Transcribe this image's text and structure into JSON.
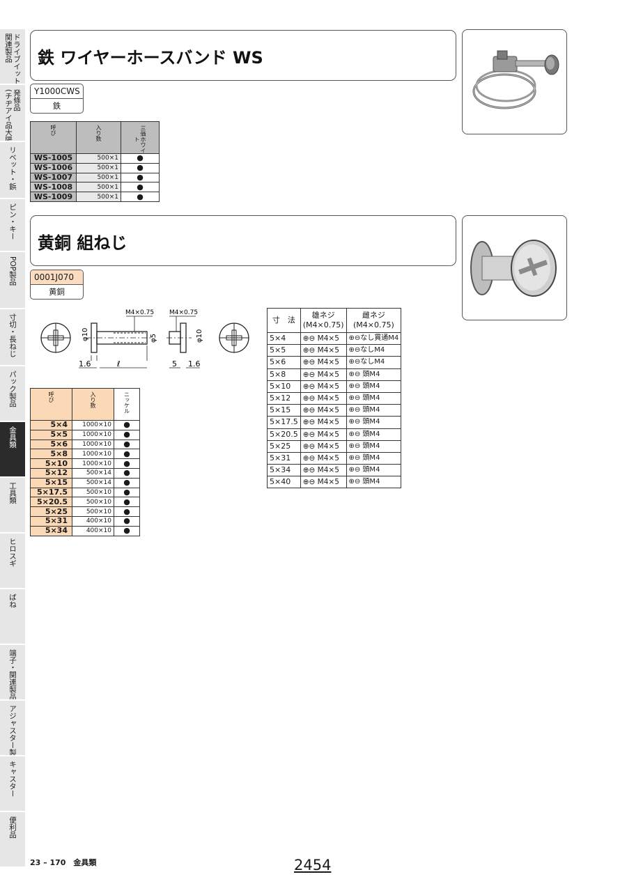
{
  "side_tabs": [
    {
      "label": "ドライブイット\n関連製品",
      "active": false
    },
    {
      "label": "発條品\n(チヂアイ品大陽品)",
      "active": false
    },
    {
      "label": "リベット・鋲",
      "active": false
    },
    {
      "label": "ピン・キー",
      "active": false
    },
    {
      "label": "POP製品",
      "active": false
    },
    {
      "label": "寸切・長ねじ",
      "active": false
    },
    {
      "label": "パック製品",
      "active": false
    },
    {
      "label": "金具類",
      "active": true
    },
    {
      "label": "工具類",
      "active": false
    },
    {
      "label": "ヒロスギ",
      "active": false
    },
    {
      "label": "ばね",
      "active": false
    },
    {
      "label": "端子・関連製品",
      "active": false
    },
    {
      "label": "アジャスター製品",
      "active": false
    },
    {
      "label": "キャスター",
      "active": false
    },
    {
      "label": "便利品",
      "active": false
    }
  ],
  "section1": {
    "title": "鉄 ワイヤーホースバンド WS",
    "code": "Y1000CWS",
    "material": "鉄",
    "table": {
      "headers": [
        "呼び",
        "入り数",
        "三価ホワイト"
      ],
      "rows": [
        {
          "name": "WS-1005",
          "qty": "500×1",
          "mark": "●"
        },
        {
          "name": "WS-1006",
          "qty": "500×1",
          "mark": "●"
        },
        {
          "name": "WS-1007",
          "qty": "500×1",
          "mark": "●"
        },
        {
          "name": "WS-1008",
          "qty": "500×1",
          "mark": "●"
        },
        {
          "name": "WS-1009",
          "qty": "500×1",
          "mark": "●"
        }
      ]
    }
  },
  "section2": {
    "title": "黄銅 組ねじ",
    "code": "0001J070",
    "material": "黄銅",
    "drawing": {
      "thread_left": "M4×0.75",
      "thread_right": "M4×0.75",
      "dia_left": "φ10",
      "dia_shaft": "φ5",
      "dia_right": "φ10",
      "dim_head_left": "1.6",
      "dim_length": "ℓ",
      "dim_5": "5",
      "dim_head_right": "1.6"
    },
    "table": {
      "headers": [
        "呼び",
        "入り数",
        "ニッケル"
      ],
      "rows": [
        {
          "name": "5×4",
          "qty": "1000×10",
          "mark": "●"
        },
        {
          "name": "5×5",
          "qty": "1000×10",
          "mark": "●"
        },
        {
          "name": "5×6",
          "qty": "1000×10",
          "mark": "●"
        },
        {
          "name": "5×8",
          "qty": "1000×10",
          "mark": "●"
        },
        {
          "name": "5×10",
          "qty": "1000×10",
          "mark": "●"
        },
        {
          "name": "5×12",
          "qty": "500×14",
          "mark": "●"
        },
        {
          "name": "5×15",
          "qty": "500×14",
          "mark": "●"
        },
        {
          "name": "5×17.5",
          "qty": "500×10",
          "mark": "●"
        },
        {
          "name": "5×20.5",
          "qty": "500×10",
          "mark": "●"
        },
        {
          "name": "5×25",
          "qty": "500×10",
          "mark": "●"
        },
        {
          "name": "5×31",
          "qty": "400×10",
          "mark": "●"
        },
        {
          "name": "5×34",
          "qty": "400×10",
          "mark": "●"
        }
      ]
    },
    "spec": {
      "headers": [
        "寸　法",
        "雄ネジ\n(M4×0.75)",
        "雌ネジ\n(M4×0.75)"
      ],
      "rows": [
        {
          "size": "5×4",
          "male": "⊕⊖ M4×5",
          "female": "⊕⊖なし貫通M4"
        },
        {
          "size": "5×5",
          "male": "⊕⊖ M4×5",
          "female": "⊕⊖なしM4"
        },
        {
          "size": "5×6",
          "male": "⊕⊖ M4×5",
          "female": "⊕⊖なしM4"
        },
        {
          "size": "5×8",
          "male": "⊕⊖ M4×5",
          "female": "⊕⊖ 頭M4"
        },
        {
          "size": "5×10",
          "male": "⊕⊖ M4×5",
          "female": "⊕⊖ 頭M4"
        },
        {
          "size": "5×12",
          "male": "⊕⊖ M4×5",
          "female": "⊕⊖ 頭M4"
        },
        {
          "size": "5×15",
          "male": "⊕⊖ M4×5",
          "female": "⊕⊖ 頭M4"
        },
        {
          "size": "5×17.5",
          "male": "⊕⊖ M4×5",
          "female": "⊕⊖ 頭M4"
        },
        {
          "size": "5×20.5",
          "male": "⊕⊖ M4×5",
          "female": "⊕⊖ 頭M4"
        },
        {
          "size": "5×25",
          "male": "⊕⊖ M4×5",
          "female": "⊕⊖ 頭M4"
        },
        {
          "size": "5×31",
          "male": "⊕⊖ M4×5",
          "female": "⊕⊖ 頭M4"
        },
        {
          "size": "5×34",
          "male": "⊕⊖ M4×5",
          "female": "⊕⊖ 頭M4"
        },
        {
          "size": "5×40",
          "male": "⊕⊖ M4×5",
          "female": "⊕⊖ 頭M4"
        }
      ]
    }
  },
  "footer": {
    "section": "23 – 170　金具類",
    "page": "2454"
  },
  "icons": [
    "wire-hose-band-photo-icon",
    "binding-screw-photo-icon",
    "binding-screw-drawing-icon"
  ]
}
